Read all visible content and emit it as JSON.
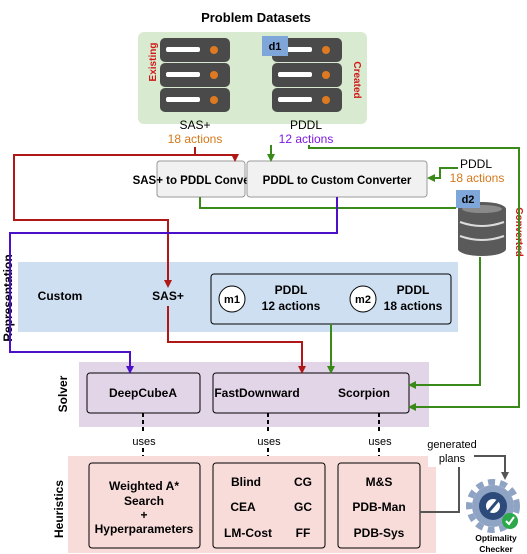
{
  "title": "Problem Datasets",
  "datasets": {
    "existing_tag": "Existing",
    "created_tag": "Created",
    "d1": "d1",
    "sas_label": "SAS+",
    "sas_actions": "18 actions",
    "pddl_label": "PDDL",
    "pddl_actions": "12 actions"
  },
  "converters": {
    "sas_to_pddl": "SAS+ to PDDL Convertor",
    "pddl_to_custom": "PDDL to Custom Converter"
  },
  "converted": {
    "pddl_label": "PDDL",
    "pddl_actions": "18 actions",
    "d2": "d2",
    "tag": "Converted"
  },
  "representation": {
    "section_label": "Representation",
    "custom": "Custom",
    "sas": "SAS+",
    "m1": "m1",
    "m1_title": "PDDL",
    "m1_actions": "12 actions",
    "m2": "m2",
    "m2_title": "PDDL",
    "m2_actions": "18 actions"
  },
  "solver": {
    "section_label": "Solver",
    "deepcubea": "DeepCubeA",
    "fastdownward": "FastDownward",
    "scorpion": "Scorpion",
    "uses1": "uses",
    "uses2": "uses",
    "uses3": "uses"
  },
  "heuristics": {
    "section_label": "Heuristics",
    "box1_line1": "Weighted A*",
    "box1_line2": "Search",
    "box1_line3": "+",
    "box1_line4": "Hyperparameters",
    "blind": "Blind",
    "cg": "CG",
    "cea": "CEA",
    "gc": "GC",
    "lmcost": "LM-Cost",
    "ff": "FF",
    "ms": "M&S",
    "pdbman": "PDB-Man",
    "pdbsys": "PDB-Sys"
  },
  "checker": {
    "generated_line1": "generated",
    "generated_line2": "plans",
    "label_line1": "Optimality",
    "label_line2": "Checker"
  },
  "colors": {
    "red": "#b01818",
    "green": "#3a8a1a",
    "purple": "#4b10c8",
    "orange": "#d4781a",
    "violet": "#7a1ae0",
    "server": "#4a4a4a"
  }
}
